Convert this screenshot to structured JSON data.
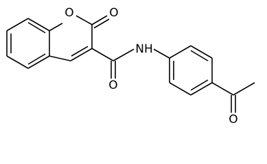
{
  "molecule": {
    "atoms": {
      "ring_oxygen": "O",
      "lactone_carbonyl_oxygen": "O",
      "amide_oxygen": "O",
      "amide_nitrogen": "NH",
      "ketone_oxygen": "O"
    },
    "colors": {
      "bond": "#000000",
      "label": "#000000",
      "background": "#ffffff"
    }
  }
}
